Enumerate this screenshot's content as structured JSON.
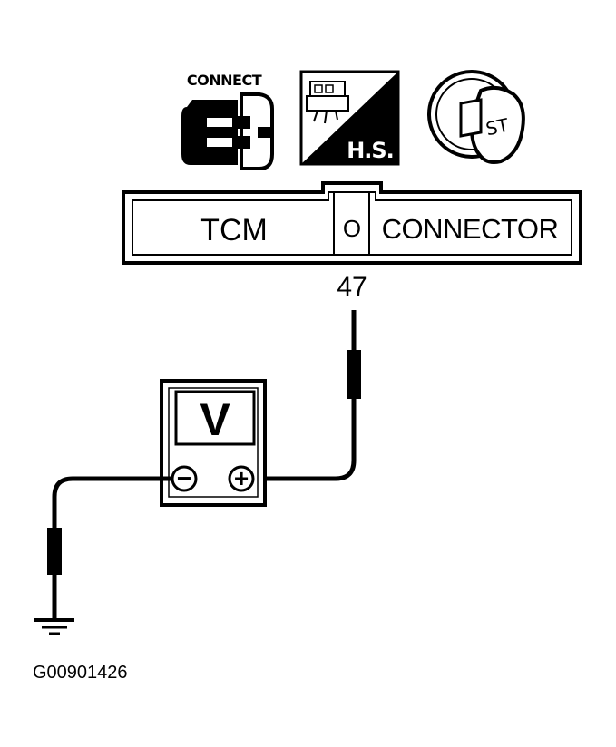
{
  "icons": {
    "connect": {
      "label": "CONNECT",
      "icon": "connector-plug-icon"
    },
    "harness": {
      "label": "H.S.",
      "icon": "harness-side-icon"
    },
    "ignition": {
      "label": "ST",
      "icon": "ignition-key-icon"
    }
  },
  "connector": {
    "left_label": "TCM",
    "terminal_symbol": "O",
    "right_label": "CONNECTOR",
    "terminal_number": "47"
  },
  "meter": {
    "display": "V",
    "negative_symbol": "−",
    "positive_symbol": "+"
  },
  "ground": {
    "icon": "ground-symbol-icon"
  },
  "figure_id": "G00901426",
  "colors": {
    "ink": "#000000",
    "paper": "#ffffff"
  }
}
